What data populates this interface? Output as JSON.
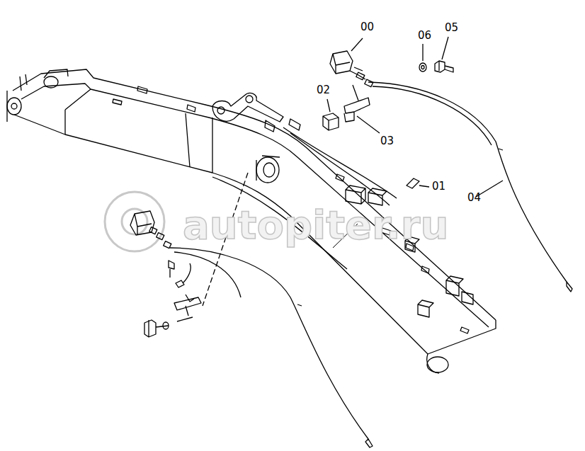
{
  "diagram": {
    "labels": [
      "00",
      "06",
      "05",
      "02",
      "03",
      "01",
      "04",
      "autopiter.ru"
    ]
  }
}
